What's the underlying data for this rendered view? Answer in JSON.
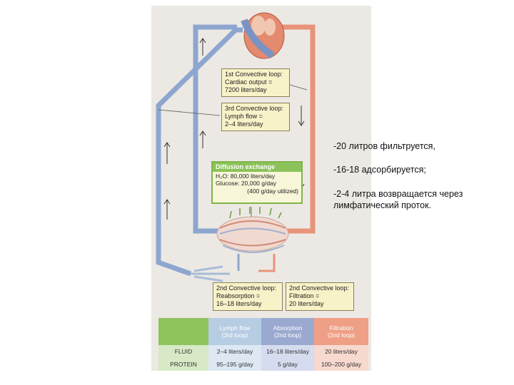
{
  "boxes": {
    "loop1": {
      "line1": "1st Convective loop:",
      "line2": "Cardiac output =",
      "line3": "7200 liters/day"
    },
    "loop3": {
      "line1": "3rd Convective loop:",
      "line2": "Lymph flow =",
      "line3": "2–4 liters/day"
    },
    "diffusion": {
      "title": "Diffusion exchange",
      "line1": "H₂O: 80,000 liters/day",
      "line2": "Glucose: 20,000 g/day",
      "line3": "(400 g/day utilized)"
    },
    "reabsorption": {
      "line1": "2nd Convective loop:",
      "line2": "Reabsorption =",
      "line3": "16–18 liters/day"
    },
    "filtration": {
      "line1": "2nd Convective loop:",
      "line2": "Filtration =",
      "line3": "20 liters/day"
    }
  },
  "table": {
    "headers": {
      "lymph": [
        "Lymph flow",
        "(3rd loop)"
      ],
      "absorption": [
        "Absorption",
        "(2nd loop)"
      ],
      "filtration": [
        "Filtration",
        "(2nd loop)"
      ]
    },
    "rows": [
      {
        "label": "FLUID",
        "lymph": "2–4 liters/day",
        "absorption": "16–18 liters/day",
        "filtration": "20 liters/day"
      },
      {
        "label": "PROTEIN",
        "lymph": "95–195 g/day",
        "absorption": "5 g/day",
        "filtration": "100–200 g/day"
      }
    ]
  },
  "notes": {
    "line1": "-20 литров фильтруется,",
    "line2": "-16-18 адсорбируется;",
    "line3a": "-2-4 литра возвращается через",
    "line3b": "лимфатический проток."
  },
  "colors": {
    "venous": "#8ea6cf",
    "arterial": "#e9937b",
    "box_fill": "#f8f2c8",
    "diffusion_border": "#7fb54a"
  }
}
